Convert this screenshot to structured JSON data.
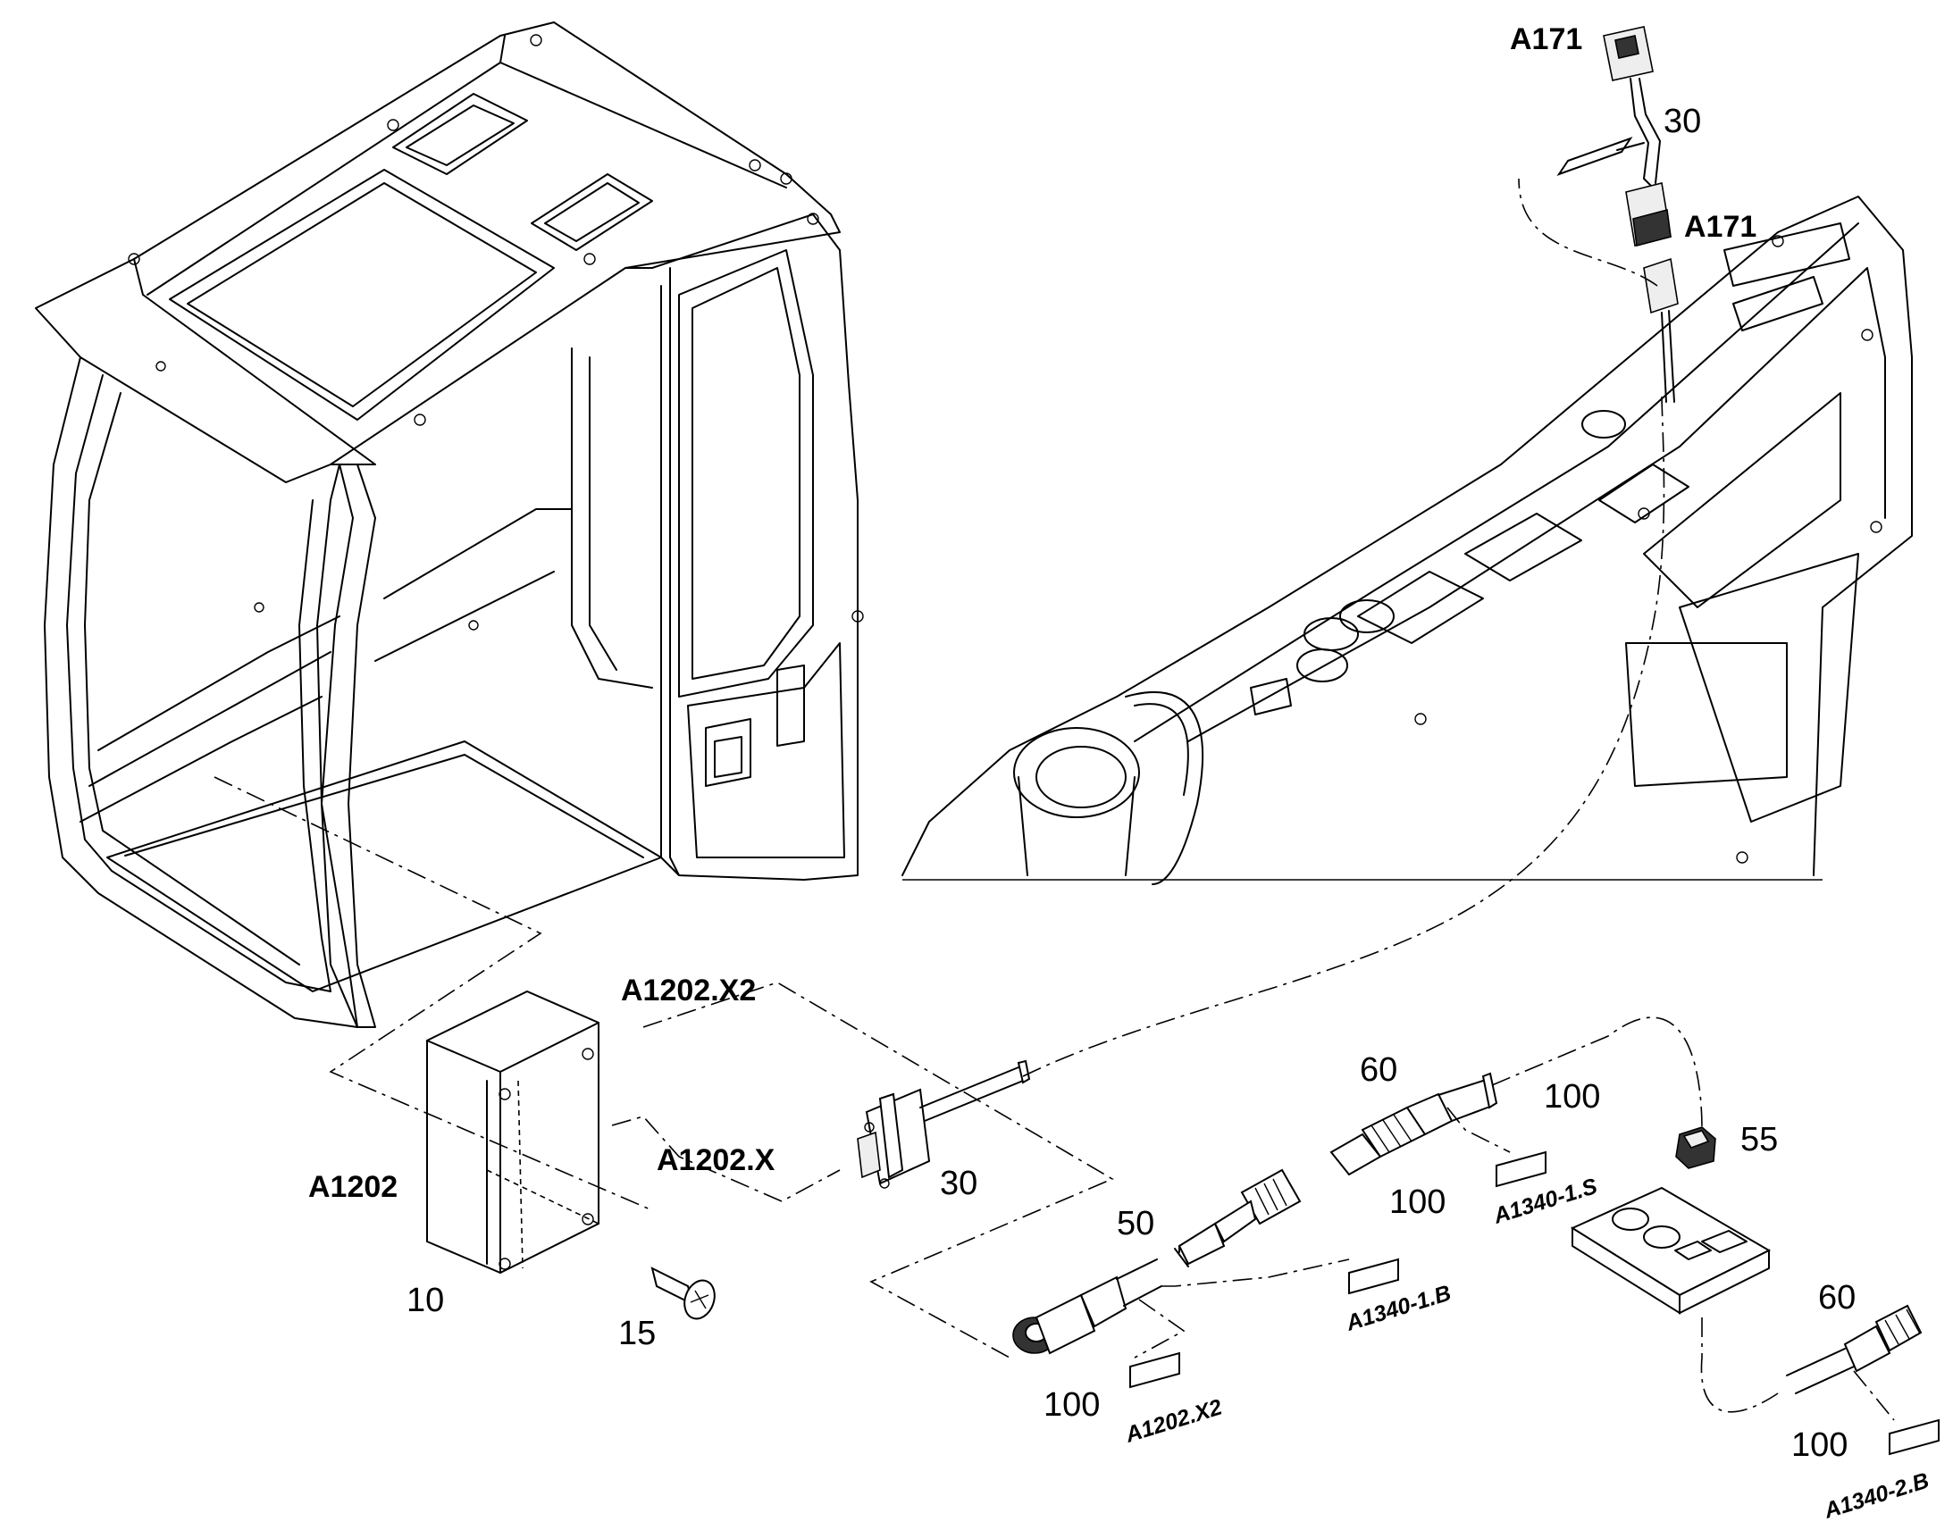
{
  "labels": {
    "a171_top": "A171",
    "a171_mid": "A171",
    "a1202": "A1202",
    "a1202_x2": "A1202.X2",
    "a1202_x": "A1202.X"
  },
  "item_numbers": {
    "n30_top": "30",
    "n30_mid": "30",
    "n10": "10",
    "n15": "15",
    "n50": "50",
    "n60_upper": "60",
    "n60_lower": "60",
    "n55": "55",
    "n100_a": "100",
    "n100_b": "100",
    "n100_c": "100",
    "n100_d": "100"
  },
  "tag_labels": {
    "tag_a1202_x2": "A1202.X2",
    "tag_a1340_1b": "A1340-1.B",
    "tag_a1340_1s": "A1340-1.S",
    "tag_a1340_2b": "A1340-2.B"
  }
}
